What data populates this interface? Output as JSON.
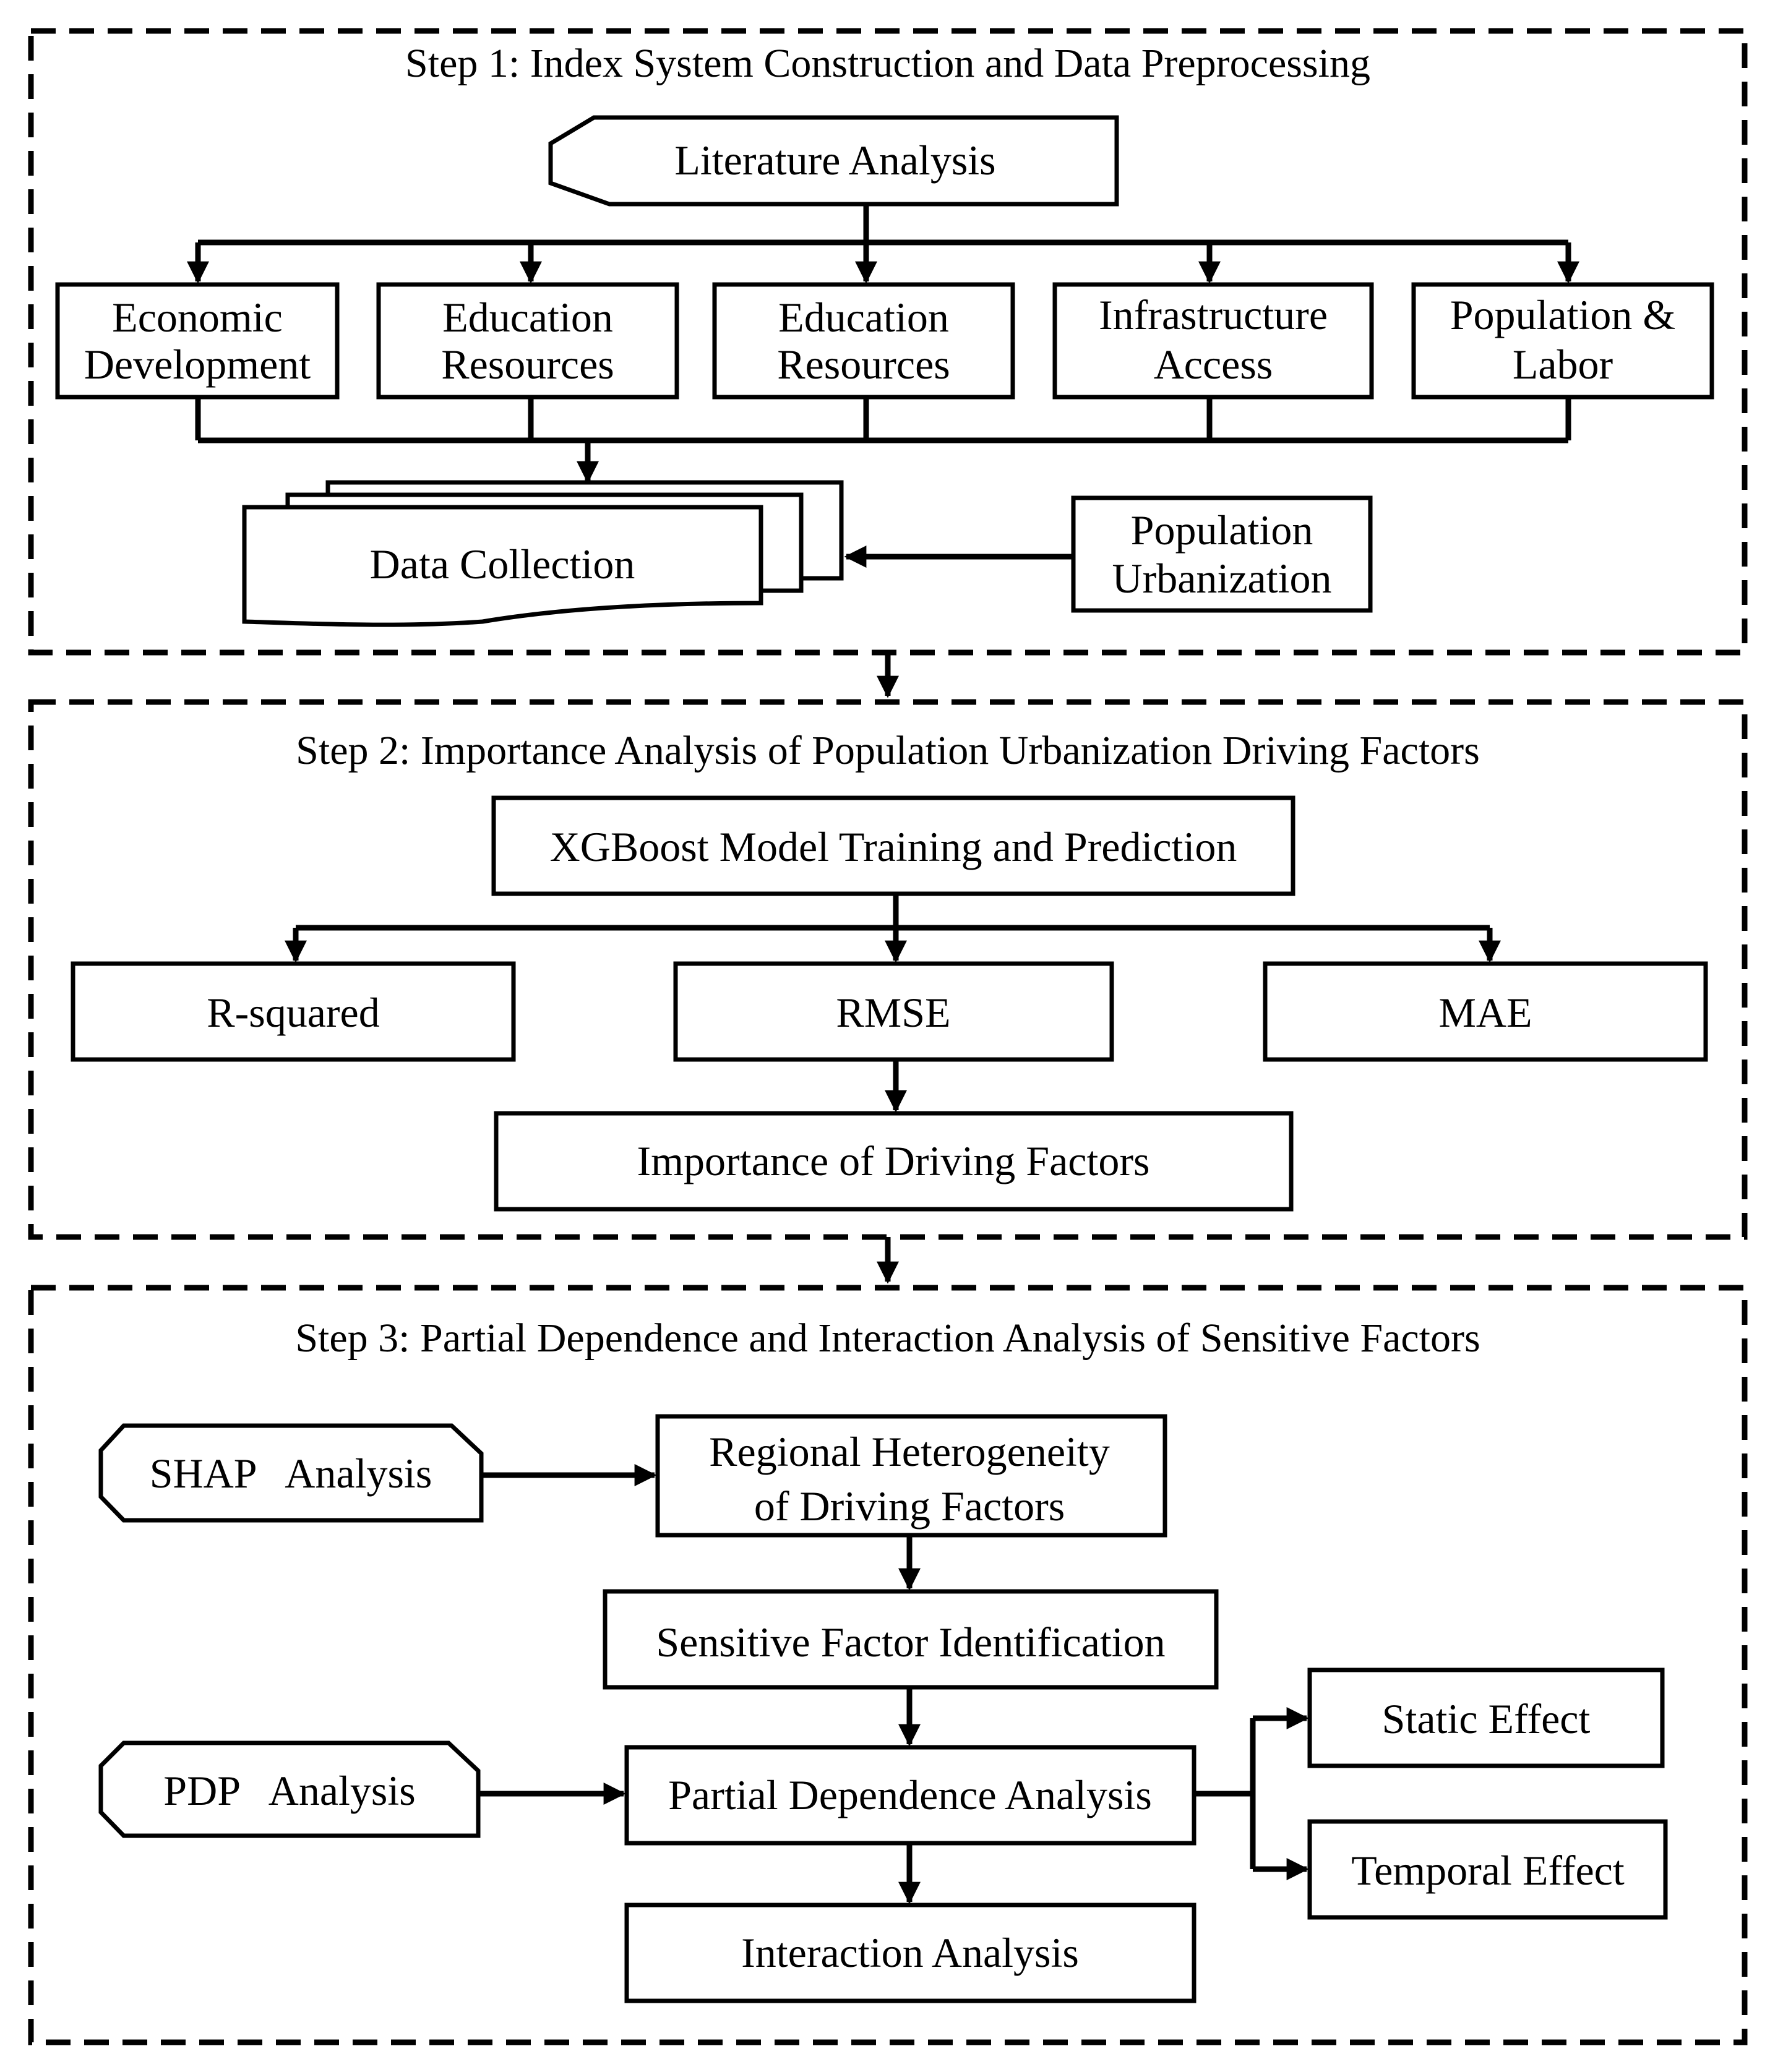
{
  "step1": {
    "title": "Step 1: Index System Construction and Data Preprocessing",
    "literature": "Literature Analysis",
    "factors": [
      [
        "Economic",
        "Development"
      ],
      [
        "Education",
        "Resources"
      ],
      [
        "Education",
        "Resources"
      ],
      [
        "Infrastructure",
        "Access"
      ],
      [
        "Population &",
        "Labor"
      ]
    ],
    "data_collection": "Data Collection",
    "population_urbanization": [
      "Population",
      "Urbanization"
    ]
  },
  "step2": {
    "title": "Step 2: Importance Analysis of Population Urbanization Driving Factors",
    "model": "XGBoost Model Training and Prediction",
    "metrics": [
      "R-squared",
      "RMSE",
      "MAE"
    ],
    "importance": "Importance of Driving Factors"
  },
  "step3": {
    "title": "Step 3: Partial Dependence and Interaction Analysis of Sensitive Factors",
    "shap": "SHAP   Analysis",
    "regional": [
      "Regional Heterogeneity",
      "of Driving Factors"
    ],
    "sensitive": "Sensitive Factor Identification",
    "pdp": "PDP   Analysis",
    "partial": "Partial Dependence Analysis",
    "static": "Static Effect",
    "temporal": "Temporal Effect",
    "interaction": "Interaction Analysis"
  }
}
